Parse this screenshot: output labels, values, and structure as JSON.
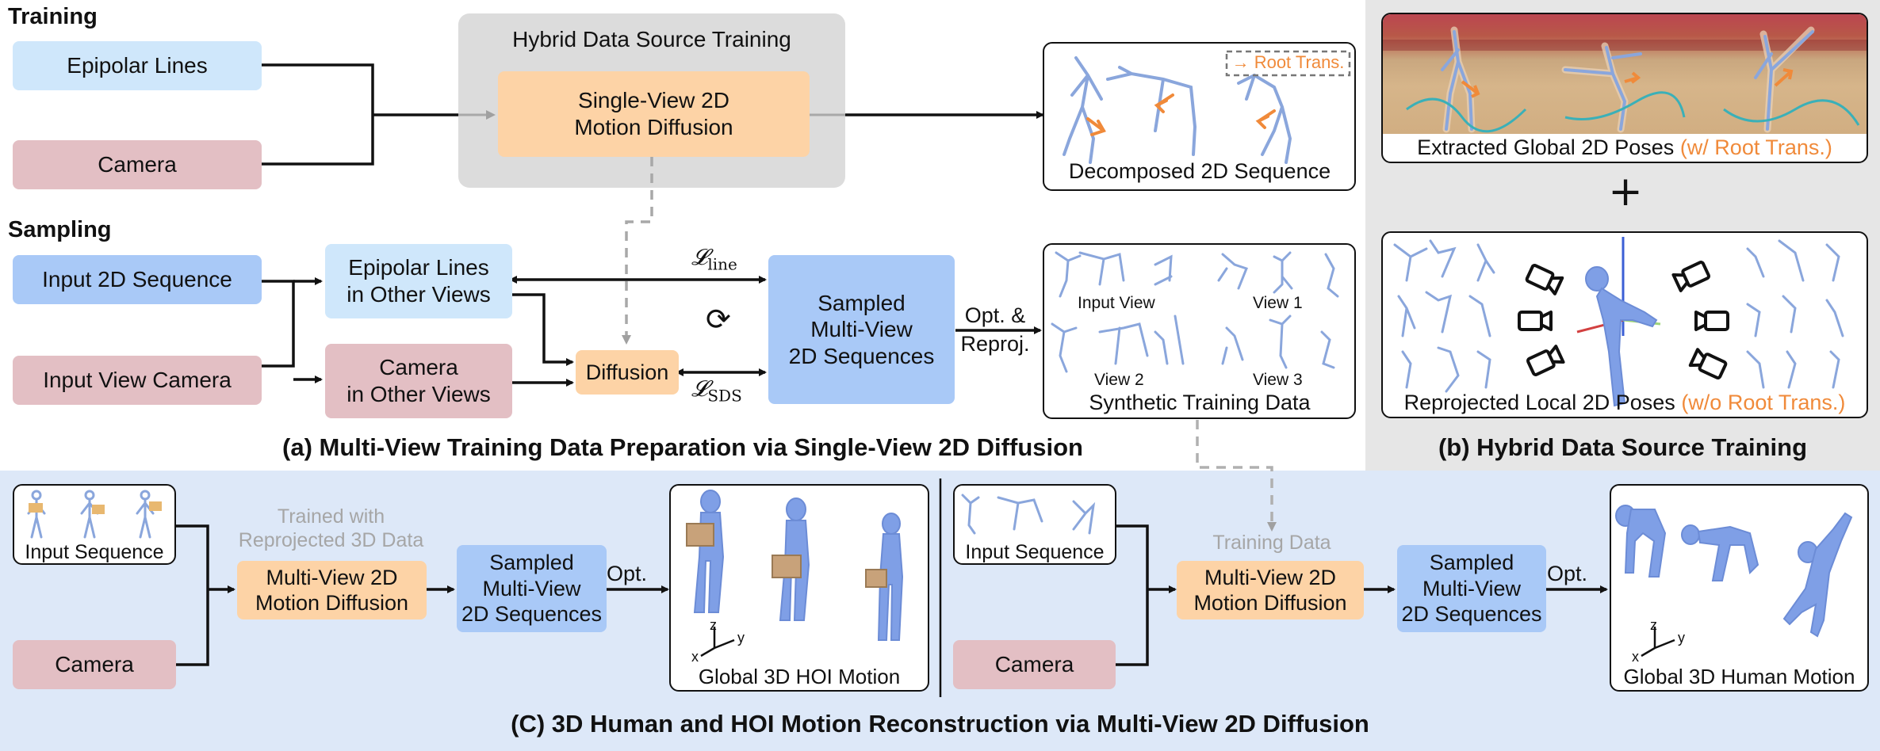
{
  "section_a": {
    "training_heading": "Training",
    "sampling_heading": "Sampling",
    "epipolar_lines": "Epipolar Lines",
    "camera": "Camera",
    "hybrid_title": "Hybrid Data Source Training",
    "single_view_line1": "Single-View 2D",
    "single_view_line2": "Motion Diffusion",
    "root_trans": "Root Trans.",
    "decomposed": "Decomposed 2D Sequence",
    "input_2d": "Input 2D Sequence",
    "input_view_camera": "Input View Camera",
    "epi_other_line1": "Epipolar Lines",
    "epi_other_line2": "in Other Views",
    "cam_other_line1": "Camera",
    "cam_other_line2": "in Other Views",
    "diffusion": "Diffusion",
    "l_line_main": "𝓛",
    "l_line_sub": "line",
    "l_sds_main": "𝓛",
    "l_sds_sub": "SDS",
    "loop_symbol": "⟳",
    "sampled_line1": "Sampled",
    "sampled_line2": "Multi-View",
    "sampled_line3": "2D Sequences",
    "opt_line1": "Opt. &",
    "opt_line2": "Reproj.",
    "input_view": "Input View",
    "view1": "View 1",
    "view2": "View 2",
    "view3": "View 3",
    "synthetic": "Synthetic Training Data",
    "caption": "(a) Multi-View Training Data Preparation via Single-View 2D Diffusion"
  },
  "section_b": {
    "extracted": "Extracted Global 2D Poses ",
    "extracted_paren": "(w/ Root Trans.)",
    "plus": "+",
    "reprojected": "Reprojected Local 2D Poses ",
    "reprojected_paren": "(w/o Root Trans.)",
    "caption": "(b) Hybrid Data Source Training"
  },
  "section_c": {
    "left": {
      "input_sequence": "Input Sequence",
      "camera": "Camera",
      "trained_line1": "Trained with",
      "trained_line2": "Reprojected 3D Data",
      "mv_line1": "Multi-View 2D",
      "mv_line2": "Motion Diffusion",
      "sampled_line1": "Sampled",
      "sampled_line2": "Multi-View",
      "sampled_line3": "2D Sequences",
      "opt": "Opt.",
      "output": "Global 3D HOI Motion",
      "axis_z": "z",
      "axis_y": "y",
      "axis_x": "x"
    },
    "right": {
      "input_sequence": "Input Sequence",
      "camera": "Camera",
      "training_data": "Training Data",
      "mv_line1": "Multi-View 2D",
      "mv_line2": "Motion Diffusion",
      "sampled_line1": "Sampled",
      "sampled_line2": "Multi-View",
      "sampled_line3": "2D Sequences",
      "opt": "Opt.",
      "output": "Global 3D Human Motion",
      "axis_z": "z",
      "axis_y": "y",
      "axis_x": "x"
    },
    "caption": "(C) 3D Human and HOI Motion Reconstruction via Multi-View 2D Diffusion"
  },
  "colors": {
    "blue": "#a9c9f7",
    "light_blue": "#cfe7fb",
    "pink": "#e3bfc4",
    "orange": "#fdd3a6",
    "gray_panel": "#e4e4e4",
    "accent_orange": "#f08a3a",
    "skeleton": "#8aa6dc"
  }
}
